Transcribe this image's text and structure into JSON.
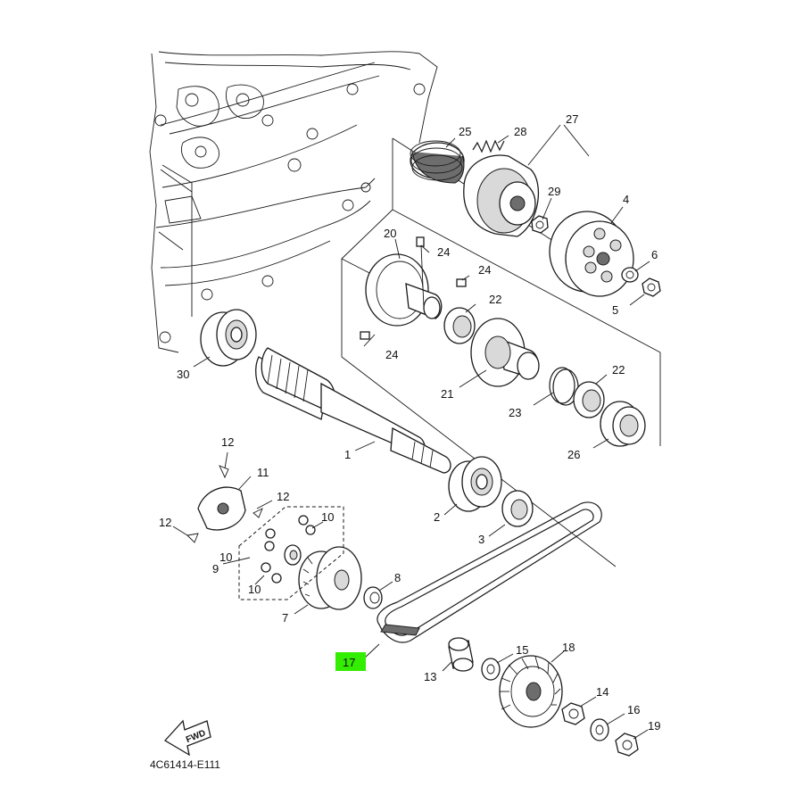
{
  "diagram_code": "4C61414-E111",
  "fwd_label": "FWD",
  "highlight_color": "#33ee00",
  "highlighted_part": "17",
  "callouts": {
    "p1": "1",
    "p2": "2",
    "p3": "3",
    "p4": "4",
    "p5": "5",
    "p6": "6",
    "p7": "7",
    "p8": "8",
    "p9": "9",
    "p10a": "10",
    "p10b": "10",
    "p10c": "10",
    "p11": "11",
    "p12a": "12",
    "p12b": "12",
    "p12c": "12",
    "p13": "13",
    "p14": "14",
    "p15": "15",
    "p16": "16",
    "p17": "17",
    "p18": "18",
    "p19": "19",
    "p20": "20",
    "p21": "21",
    "p22a": "22",
    "p22b": "22",
    "p23": "23",
    "p24a": "24",
    "p24b": "24",
    "p24c": "24",
    "p25": "25",
    "p26": "26",
    "p27": "27",
    "p28": "28",
    "p29": "29",
    "p30": "30"
  }
}
